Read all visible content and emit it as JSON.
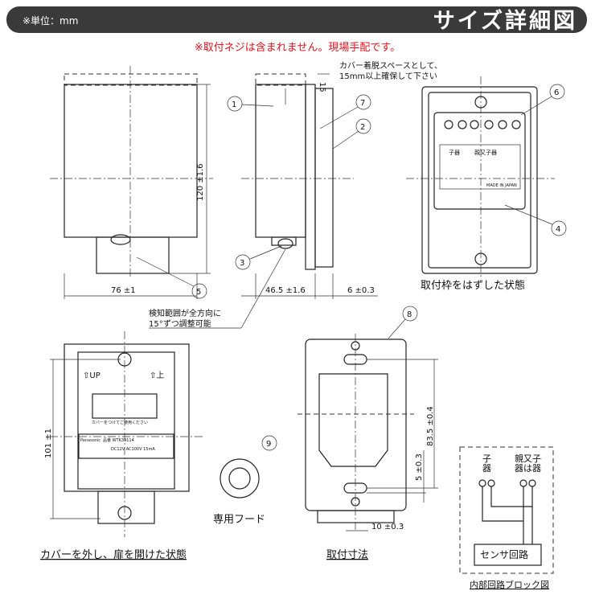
{
  "header": {
    "unit": "※単位：mm",
    "title": "サイズ詳細図",
    "note": "※取付ネジは含まれません。現場手配です。"
  },
  "notes": {
    "cover_space": "カバー着脱スペースとして、",
    "cover_space2": "15mm以上確保して下さい",
    "cover_dim": "15",
    "detect": "検知範囲が全方向に",
    "detect2": "15°ずつ調整可能"
  },
  "dims": {
    "height": "120 ±1.6",
    "width": "76 ±1",
    "depth": "46.5 ±1.6",
    "plate": "6 ±0.3",
    "inner_h": "101 ±1",
    "pitch": "83.5 ±0.4",
    "slot": "5 ±0.3",
    "slot_w": "10 ±0.3"
  },
  "parts": [
    "1",
    "2",
    "3",
    "4",
    "5",
    "6",
    "7",
    "8",
    "9"
  ],
  "captions": {
    "frame_removed": "取付枠をはずした状態",
    "cover_open": "カバーを外し、扉を開けた状態",
    "hood": "専用フード",
    "mount": "取付寸法",
    "circuit": "内部回路ブロック図"
  },
  "labels": {
    "up": "⇧UP",
    "up_jp": "⇧上",
    "cover_notice": "カバーをつけてご使用ください",
    "brand": "Panasonic",
    "model": "品番 WTK39114",
    "spec": "DC12V AC100V 15mA",
    "made": "MADE IN JAPAN",
    "terminal_child": "子器",
    "terminal_parent": "親又子器"
  },
  "circuit": {
    "child": [
      "子",
      "器"
    ],
    "parent": [
      "親又子",
      "器は器"
    ],
    "sensor": "センサ回路"
  },
  "colors": {
    "header": "#3a3a3a",
    "note": "#e0141e"
  }
}
